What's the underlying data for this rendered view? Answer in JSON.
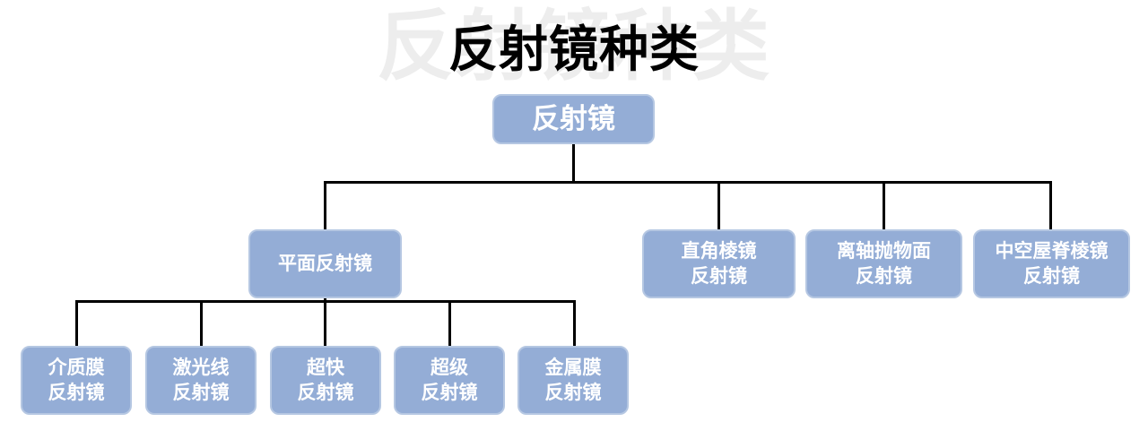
{
  "title": {
    "text": "反射镜种类",
    "ghost_text": "反射镜种类"
  },
  "colors": {
    "node_fill": "#94add6",
    "node_border": "#b5c7e2",
    "node_text": "#ffffff",
    "connector": "#000000",
    "title_text": "#000000",
    "ghost_text": "#ededed",
    "background": "#ffffff"
  },
  "tree": {
    "root": {
      "label": "反射镜"
    },
    "level2": [
      {
        "label": "平面反射镜"
      },
      {
        "label": "直角棱镜\n反射镜"
      },
      {
        "label": "离轴抛物面\n反射镜"
      },
      {
        "label": "中空屋脊棱镜\n反射镜"
      }
    ],
    "level3": [
      {
        "label": "介质膜\n反射镜"
      },
      {
        "label": "激光线\n反射镜"
      },
      {
        "label": "超快\n反射镜"
      },
      {
        "label": "超级\n反射镜"
      },
      {
        "label": "金属膜\n反射镜"
      }
    ]
  }
}
